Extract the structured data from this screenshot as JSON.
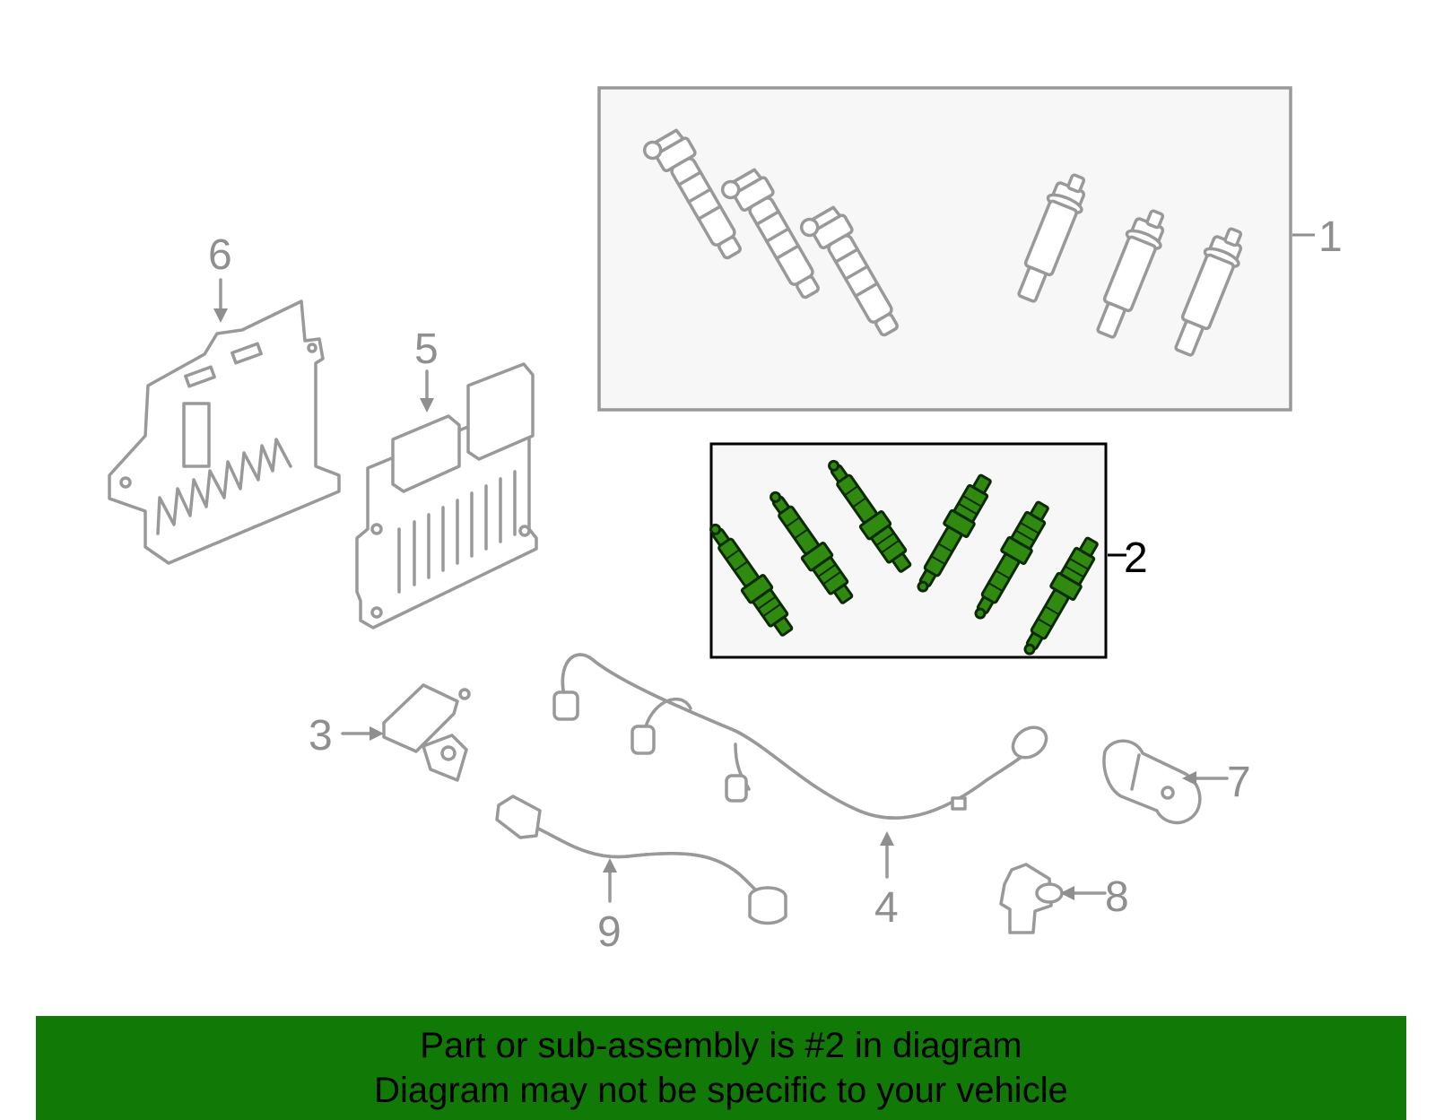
{
  "callouts": {
    "c1": "1",
    "c2": "2",
    "c3": "3",
    "c4": "4",
    "c5": "5",
    "c6": "6",
    "c7": "7",
    "c8": "8",
    "c9": "9"
  },
  "banner": {
    "line1": "Part or sub-assembly is #2 in diagram",
    "line2": "Diagram may not be specific to your vehicle"
  },
  "colors": {
    "highlight_part": "#2f8a0f",
    "banner_background": "#117a07",
    "inactive_part": "#999999"
  }
}
